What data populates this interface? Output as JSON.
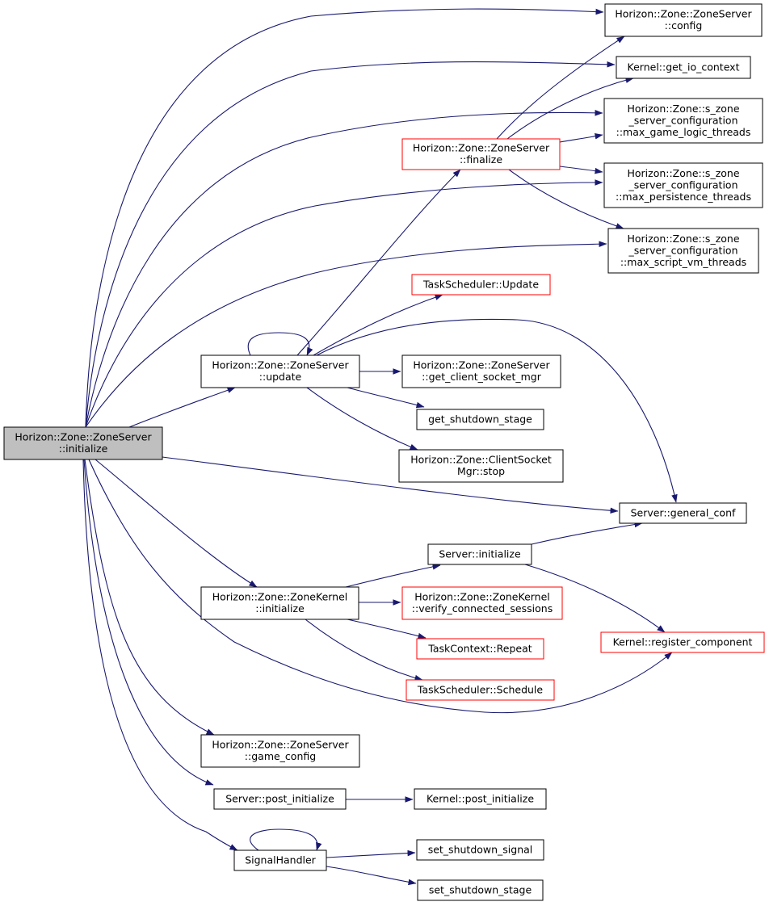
{
  "graph": {
    "colors": {
      "edge": "#191970",
      "border_default": "#000000",
      "border_highlight": "#ff0000",
      "root_fill": "#bfbfbf",
      "node_fill": "#ffffff"
    },
    "nodes": [
      {
        "id": "root",
        "lines": [
          "Horizon::Zone::ZoneServer",
          "::initialize"
        ],
        "style": "root"
      },
      {
        "id": "config",
        "lines": [
          "Horizon::Zone::ZoneServer",
          "::config"
        ],
        "style": "default"
      },
      {
        "id": "get_io",
        "lines": [
          "Kernel::get_io_context"
        ],
        "style": "default"
      },
      {
        "id": "max_gl",
        "lines": [
          "Horizon::Zone::s_zone",
          "_server_configuration",
          "::max_game_logic_threads"
        ],
        "style": "default"
      },
      {
        "id": "finalize",
        "lines": [
          "Horizon::Zone::ZoneServer",
          "::finalize"
        ],
        "style": "red"
      },
      {
        "id": "max_pers",
        "lines": [
          "Horizon::Zone::s_zone",
          "_server_configuration",
          "::max_persistence_threads"
        ],
        "style": "default"
      },
      {
        "id": "max_svm",
        "lines": [
          "Horizon::Zone::s_zone",
          "_server_configuration",
          "::max_script_vm_threads"
        ],
        "style": "default"
      },
      {
        "id": "ts_update",
        "lines": [
          "TaskScheduler::Update"
        ],
        "style": "red"
      },
      {
        "id": "update",
        "lines": [
          "Horizon::Zone::ZoneServer",
          "::update"
        ],
        "style": "default"
      },
      {
        "id": "get_csm",
        "lines": [
          "Horizon::Zone::ZoneServer",
          "::get_client_socket_mgr"
        ],
        "style": "default"
      },
      {
        "id": "get_sd",
        "lines": [
          "get_shutdown_stage"
        ],
        "style": "default"
      },
      {
        "id": "csm_stop",
        "lines": [
          "Horizon::Zone::ClientSocket",
          "Mgr::stop"
        ],
        "style": "default"
      },
      {
        "id": "general_conf",
        "lines": [
          "Server::general_conf"
        ],
        "style": "default"
      },
      {
        "id": "srv_init",
        "lines": [
          "Server::initialize"
        ],
        "style": "default"
      },
      {
        "id": "zk_init",
        "lines": [
          "Horizon::Zone::ZoneKernel",
          "::initialize"
        ],
        "style": "default"
      },
      {
        "id": "verify",
        "lines": [
          "Horizon::Zone::ZoneKernel",
          "::verify_connected_sessions"
        ],
        "style": "red"
      },
      {
        "id": "reg_comp",
        "lines": [
          "Kernel::register_component"
        ],
        "style": "red"
      },
      {
        "id": "tc_repeat",
        "lines": [
          "TaskContext::Repeat"
        ],
        "style": "red"
      },
      {
        "id": "ts_sched",
        "lines": [
          "TaskScheduler::Schedule"
        ],
        "style": "red"
      },
      {
        "id": "game_config",
        "lines": [
          "Horizon::Zone::ZoneServer",
          "::game_config"
        ],
        "style": "default"
      },
      {
        "id": "post_init",
        "lines": [
          "Server::post_initialize"
        ],
        "style": "default"
      },
      {
        "id": "k_post_init",
        "lines": [
          "Kernel::post_initialize"
        ],
        "style": "default"
      },
      {
        "id": "sig_handler",
        "lines": [
          "SignalHandler"
        ],
        "style": "default"
      },
      {
        "id": "set_sig",
        "lines": [
          "set_shutdown_signal"
        ],
        "style": "default"
      },
      {
        "id": "set_stage",
        "lines": [
          "set_shutdown_stage"
        ],
        "style": "default"
      }
    ],
    "edges": [
      {
        "from": "root",
        "to": "config"
      },
      {
        "from": "root",
        "to": "get_io"
      },
      {
        "from": "root",
        "to": "max_gl"
      },
      {
        "from": "root",
        "to": "max_pers"
      },
      {
        "from": "root",
        "to": "max_svm"
      },
      {
        "from": "root",
        "to": "update"
      },
      {
        "from": "root",
        "to": "general_conf"
      },
      {
        "from": "root",
        "to": "zk_init"
      },
      {
        "from": "root",
        "to": "reg_comp"
      },
      {
        "from": "root",
        "to": "game_config"
      },
      {
        "from": "root",
        "to": "post_init"
      },
      {
        "from": "root",
        "to": "sig_handler"
      },
      {
        "from": "finalize",
        "to": "config"
      },
      {
        "from": "finalize",
        "to": "get_io"
      },
      {
        "from": "finalize",
        "to": "max_gl"
      },
      {
        "from": "finalize",
        "to": "max_pers"
      },
      {
        "from": "finalize",
        "to": "max_svm"
      },
      {
        "from": "update",
        "to": "update"
      },
      {
        "from": "update",
        "to": "finalize"
      },
      {
        "from": "update",
        "to": "ts_update"
      },
      {
        "from": "update",
        "to": "general_conf"
      },
      {
        "from": "update",
        "to": "get_csm"
      },
      {
        "from": "update",
        "to": "get_sd"
      },
      {
        "from": "update",
        "to": "csm_stop"
      },
      {
        "from": "zk_init",
        "to": "srv_init"
      },
      {
        "from": "zk_init",
        "to": "verify"
      },
      {
        "from": "zk_init",
        "to": "tc_repeat"
      },
      {
        "from": "zk_init",
        "to": "ts_sched"
      },
      {
        "from": "srv_init",
        "to": "general_conf"
      },
      {
        "from": "srv_init",
        "to": "reg_comp"
      },
      {
        "from": "post_init",
        "to": "k_post_init"
      },
      {
        "from": "sig_handler",
        "to": "sig_handler"
      },
      {
        "from": "sig_handler",
        "to": "set_sig"
      },
      {
        "from": "sig_handler",
        "to": "set_stage"
      }
    ]
  }
}
